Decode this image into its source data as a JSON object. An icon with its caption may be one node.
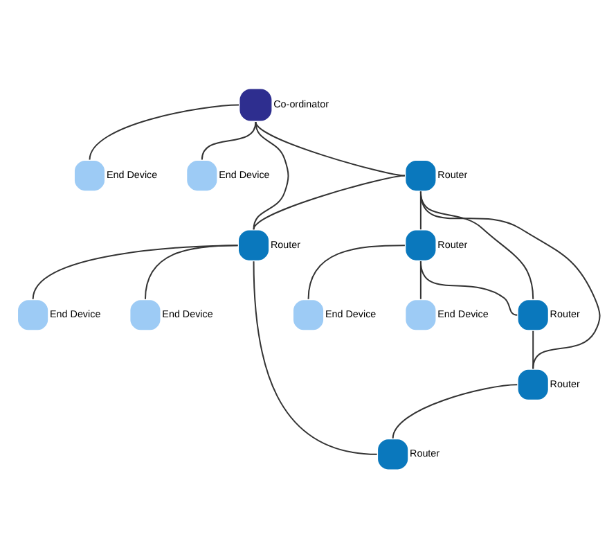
{
  "diagram": {
    "nodes": [
      {
        "text": [
          "Co-ordinator"
        ]
      },
      {
        "text": [
          "End Device"
        ]
      },
      {
        "text": [
          "End Device"
        ]
      },
      {
        "text": [
          "Router"
        ]
      },
      {
        "text": [
          "Router"
        ]
      },
      {
        "text": [
          "End Device"
        ]
      },
      {
        "text": [
          "Router"
        ]
      },
      {
        "text": [
          "End Device"
        ]
      },
      {
        "text": [
          "End Device"
        ]
      },
      {
        "text": [
          "End Device"
        ]
      },
      {
        "text": [
          "Router"
        ]
      },
      {
        "text": [
          "Router"
        ]
      },
      {
        "text": [
          "Router"
        ]
      }
    ],
    "edges": [
      {
        "from": 0,
        "to": 1,
        "arrow": "none"
      },
      {
        "from": 0,
        "to": 2,
        "arrow": "none"
      },
      {
        "from": 0,
        "to": 3,
        "arrow": "none"
      },
      {
        "from": 0,
        "to": 4,
        "arrow": "none"
      },
      {
        "from": 3,
        "to": 4,
        "arrow": "none"
      },
      {
        "from": 3,
        "to": 6,
        "arrow": "none"
      },
      {
        "from": 3,
        "to": 10,
        "arrow": "none"
      },
      {
        "from": 3,
        "to": 11,
        "arrow": "none"
      },
      {
        "from": 4,
        "to": 7,
        "arrow": "none"
      },
      {
        "from": 4,
        "to": 8,
        "arrow": "none"
      },
      {
        "from": 4,
        "to": 12,
        "arrow": "none"
      },
      {
        "from": 6,
        "to": 5,
        "arrow": "none"
      },
      {
        "from": 6,
        "to": 9,
        "arrow": "none"
      },
      {
        "from": 6,
        "to": 10,
        "arrow": "none"
      },
      {
        "from": 10,
        "to": 11,
        "arrow": "none"
      },
      {
        "from": 11,
        "to": 12,
        "arrow": "none"
      }
    ]
  }
}
